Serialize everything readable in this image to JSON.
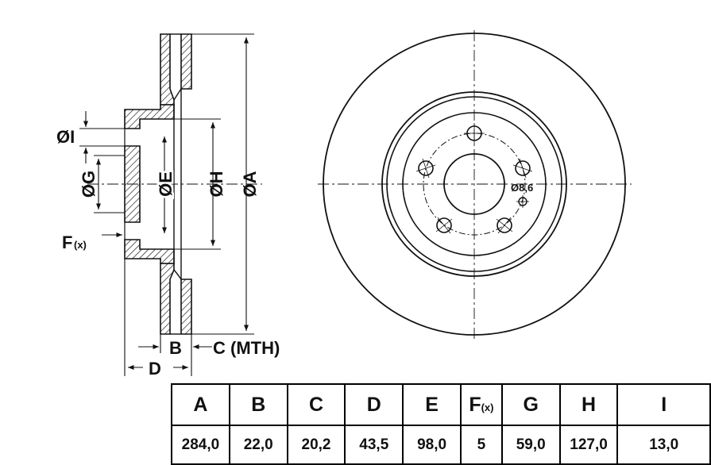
{
  "colors": {
    "ink": "#111111",
    "hatch": "#222222",
    "background": "#ffffff"
  },
  "labels": {
    "dim_A": "ØA",
    "dim_H": "ØH",
    "dim_E": "ØE",
    "dim_G": "ØG",
    "dim_I": "ØI",
    "dim_F_main": "F",
    "dim_F_sub": "(x)",
    "dim_B": "B",
    "dim_C": "C (MTH)",
    "dim_D": "D",
    "hole_dia": "Ø8,6"
  },
  "table": {
    "headers": [
      "A",
      "B",
      "C",
      "D",
      "E",
      "F",
      "G",
      "H",
      "I"
    ],
    "f_header_sub": "(x)",
    "values": [
      "284,0",
      "22,0",
      "20,2",
      "43,5",
      "98,0",
      "5",
      "59,0",
      "127,0",
      "13,0"
    ]
  }
}
